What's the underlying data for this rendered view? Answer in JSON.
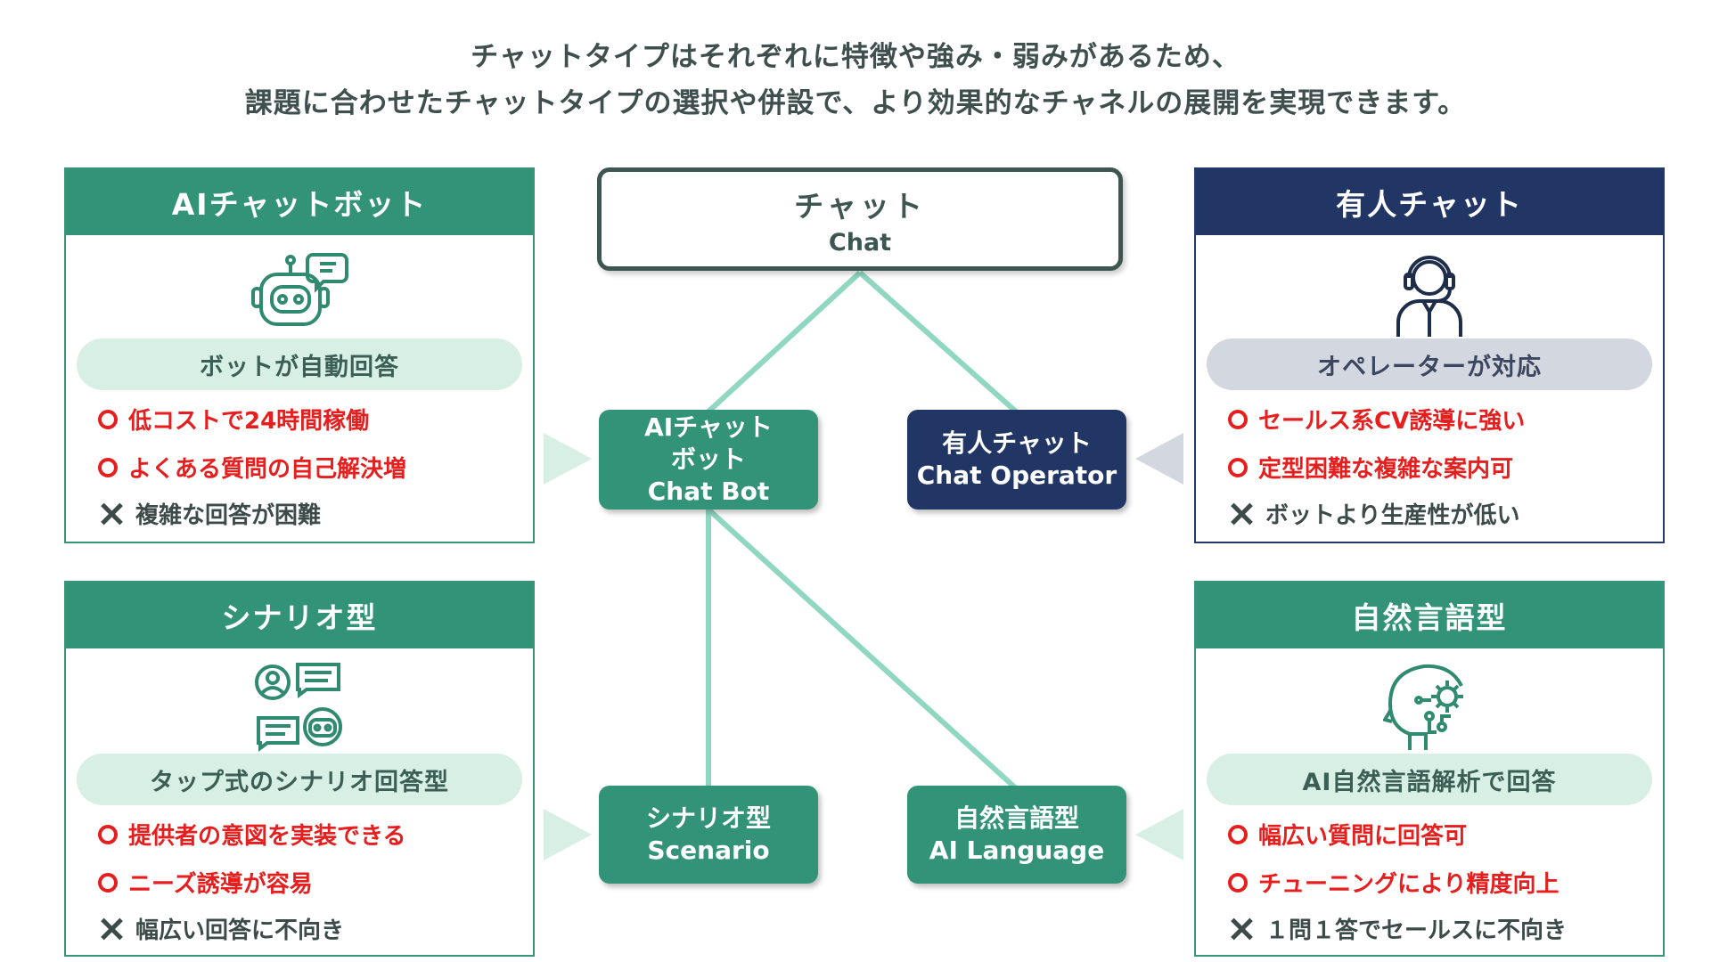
{
  "headline": {
    "line1": "チャットタイプはそれぞれに特徴や強み・弱みがあるため、",
    "line2": "課題に合わせたチャットタイプの選択や併設で、より効果的なチャネルの展開を実現できます。"
  },
  "colors": {
    "green": "#339378",
    "navy": "#223666",
    "red": "#e61e1e",
    "line": "#8fd6c3"
  },
  "root": {
    "jp": "チャット",
    "en": "Chat"
  },
  "nodes": {
    "bot": {
      "jp1": "AIチャット",
      "jp2": "ボット",
      "en": "Chat Bot"
    },
    "operator": {
      "jp": "有人チャット",
      "en": "Chat Operator"
    },
    "scenario": {
      "jp": "シナリオ型",
      "en": "Scenario"
    },
    "ai_language": {
      "jp": "自然言語型",
      "en": "AI Language"
    }
  },
  "cards": {
    "bot": {
      "title": "AIチャットボット",
      "icon": "robot-chat-icon",
      "pill": "ボットが自動回答",
      "pros": [
        "低コストで24時間稼働",
        "よくある質問の自己解決増"
      ],
      "cons": [
        "複雑な回答が困難"
      ]
    },
    "operator": {
      "title": "有人チャット",
      "icon": "operator-headset-icon",
      "pill": "オペレーターが対応",
      "pros": [
        "セールス系CV誘導に強い",
        "定型困難な複雑な案内可"
      ],
      "cons": [
        "ボットより生産性が低い"
      ]
    },
    "scenario": {
      "title": "シナリオ型",
      "icon": "scenario-chat-icon",
      "pill": "タップ式のシナリオ回答型",
      "pros": [
        "提供者の意図を実装できる",
        "ニーズ誘導が容易"
      ],
      "cons": [
        "幅広い回答に不向き"
      ]
    },
    "ai_language": {
      "title": "自然言語型",
      "icon": "ai-brain-icon",
      "pill": "AI自然言語解析で回答",
      "pros": [
        "幅広い質問に回答可",
        "チューニングにより精度向上"
      ],
      "cons": [
        "１問１答でセールスに不向き"
      ]
    }
  }
}
